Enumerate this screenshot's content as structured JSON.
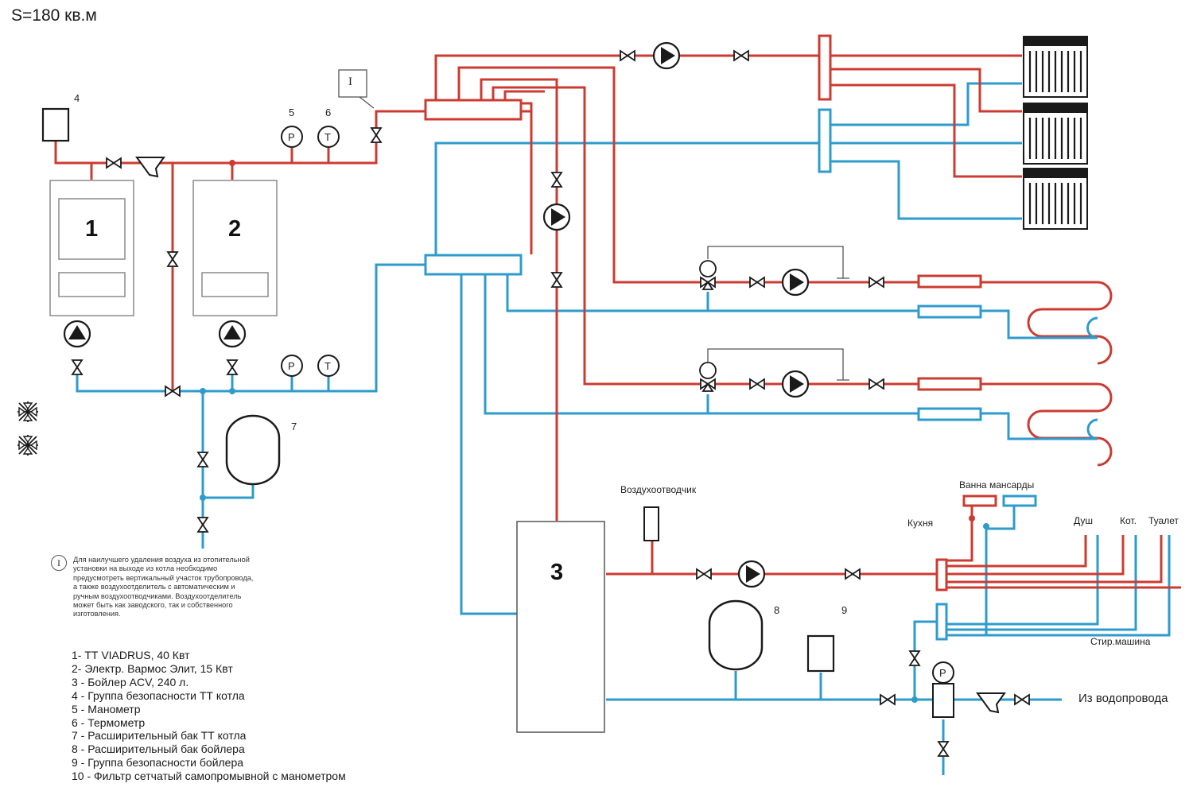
{
  "title": "S=180 кв.м",
  "note_marker": "I",
  "note_text": "Для наилучшего удаления воздуха из отопительной установки на выходе из котла необходимо предусмотреть вертикальный участок трубопровода, а также воздухоотделитель с автоматическим и ручным воздухоотводчиками. Воздухоотделитель может быть как заводского, так и собственного изготовления.",
  "legend": [
    "1- ТТ VIADRUS, 40 Квт",
    "2- Электр. Вармос Элит, 15 Квт",
    "3 - Бойлер ACV, 240 л.",
    "4 - Группа безопасности ТТ котла",
    "5 - Манометр",
    "6 - Термометр",
    "7 - Расширительный бак ТТ котла",
    "8 - Расширительный бак бойлера",
    "9 - Группа безопасности бойлера",
    "10 - Фильтр сетчатый самопромывной с манометром"
  ],
  "equipment": {
    "boiler1": "1",
    "boiler2": "2",
    "tank": "3",
    "n4": "4",
    "n5": "5",
    "n6": "6",
    "n7": "7",
    "n8": "8",
    "n9": "9"
  },
  "labels": {
    "air_vent": "Воздухоотводчик",
    "bath_attic": "Ванна мансарды",
    "kitchen": "Кухня",
    "shower": "Душ",
    "boiler_room": "Кот.",
    "toilet": "Туалет",
    "washer": "Стир.машина",
    "water_supply": "Из водопровода"
  },
  "gauge_letters": {
    "pressure": "P",
    "temperature": "T"
  },
  "colors": {
    "supply": "#cc3b32",
    "return": "#2e9bcc",
    "equipment": "#1a1a1a"
  }
}
